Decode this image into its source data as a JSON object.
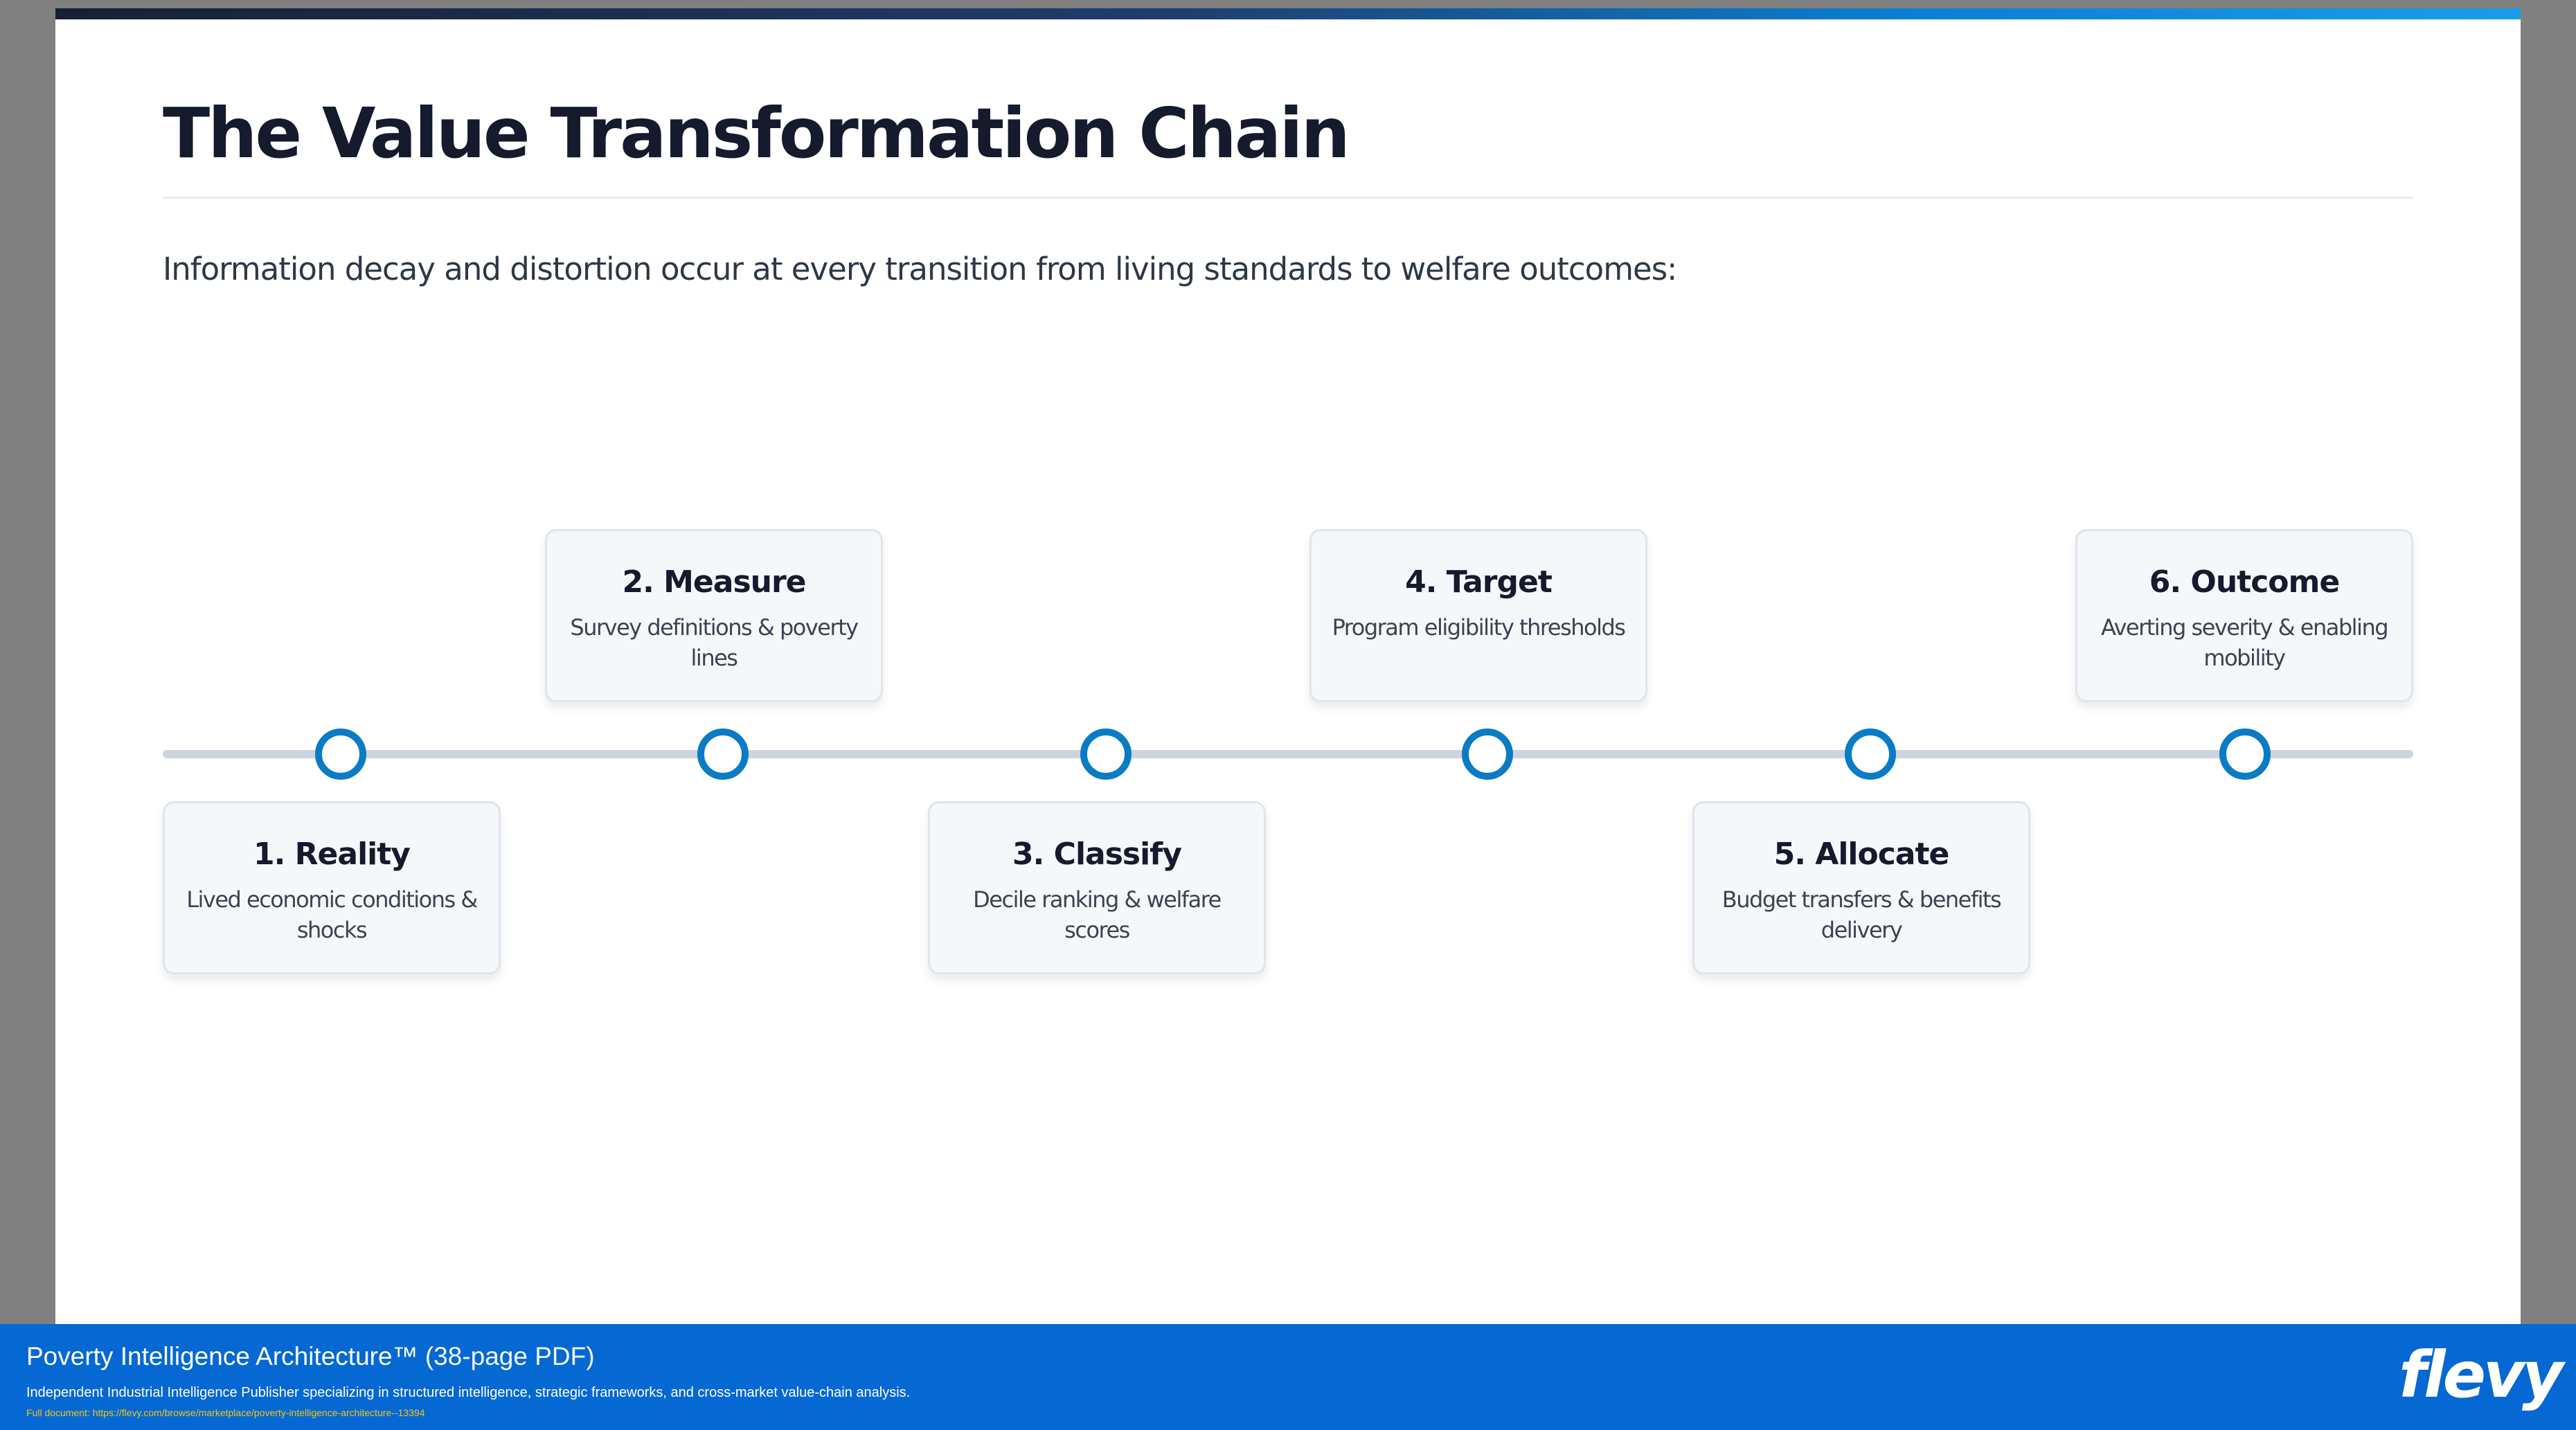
{
  "slide": {
    "title": "The Value Transformation Chain",
    "subtitle": "Information decay and distortion occur at every transition from living standards to welfare outcomes:"
  },
  "steps": [
    {
      "title": "1. Reality",
      "desc": "Lived economic conditions & shocks",
      "position": "below"
    },
    {
      "title": "2. Measure",
      "desc": "Survey definitions & poverty lines",
      "position": "above"
    },
    {
      "title": "3. Classify",
      "desc": "Decile ranking & welfare scores",
      "position": "below"
    },
    {
      "title": "4. Target",
      "desc": "Program eligibility thresholds",
      "position": "above"
    },
    {
      "title": "5. Allocate",
      "desc": "Budget transfers & benefits delivery",
      "position": "below"
    },
    {
      "title": "6. Outcome",
      "desc": "Averting severity & enabling mobility",
      "position": "above"
    }
  ],
  "footer": {
    "title": "Poverty Intelligence Architecture™",
    "pages": "(38-page PDF)",
    "description": "Independent Industrial Intelligence Publisher specializing in structured intelligence, strategic frameworks, and cross-market value-chain analysis.",
    "link": "Full document: https://flevy.com/browse/marketplace/poverty-intelligence-architecture--13394",
    "logo": "flevy"
  },
  "colors": {
    "accent": "#0b7bc4",
    "footer_bg": "#0668d2",
    "title_text": "#151a2c",
    "link_text": "#f5c518"
  }
}
